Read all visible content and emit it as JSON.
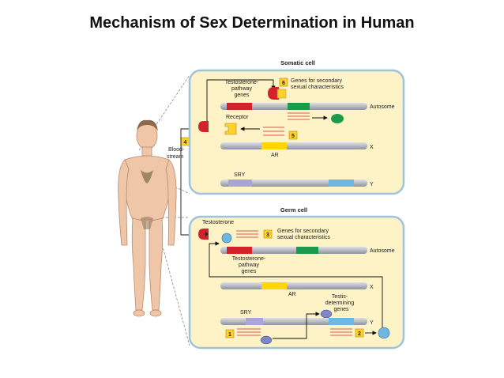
{
  "title": "Mechanism of Sex Determination in Human",
  "somatic": {
    "heading": "Somatic cell",
    "testosterone_pathway_genes": [
      "Testosterone-",
      "pathway",
      "genes"
    ],
    "secondary_genes": [
      "Genes for secondary",
      "sexual characteristics"
    ],
    "receptor": "Receptor",
    "autosome": "Autosome",
    "x": "X",
    "ar": "AR",
    "sry": "SRY",
    "y": "Y",
    "step6": "6",
    "step5": "5"
  },
  "bloodstream": {
    "step4": "4",
    "label": [
      "Blood-",
      "stream"
    ]
  },
  "germ": {
    "heading": "Germ cell",
    "testosterone": "Testosterone",
    "secondary_genes": [
      "Genes for secondary",
      "sexual characteristics"
    ],
    "step3": "3",
    "autosome": "Autosome",
    "testosterone_pathway_genes": [
      "Testosterone-",
      "pathway",
      "genes"
    ],
    "x": "X",
    "ar": "AR",
    "testis_genes": [
      "Testis-",
      "determining",
      "genes"
    ],
    "sry": "SRY",
    "y": "Y",
    "step1": "1",
    "step2": "2"
  },
  "colors": {
    "panel_fill": "#fdf3c6",
    "panel_border": "#9ec3de",
    "chromosome": "#b9bcc6",
    "red_gene": "#d2232a",
    "green_gene": "#1a9a4a",
    "yellow_gene": "#ffd600",
    "sry_gene": "#a9a5d6",
    "skin": "#f0c6a8",
    "number_box": "#ffd12a"
  }
}
